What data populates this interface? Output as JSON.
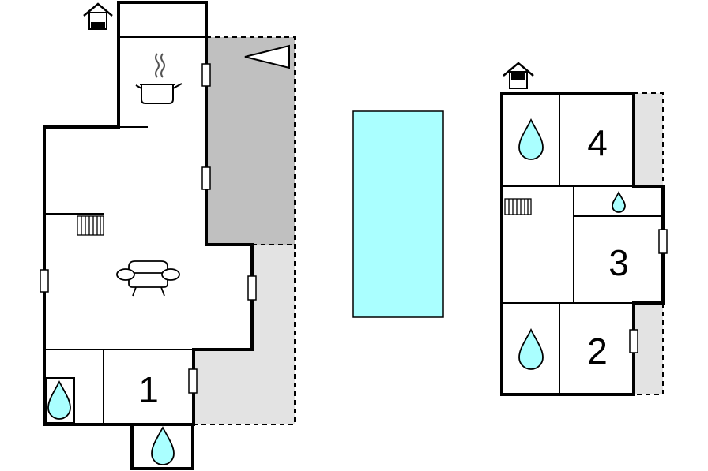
{
  "colors": {
    "terrace_dark": "#c0c0c0",
    "terrace_light": "#e3e3e3",
    "pool": "#aaffff",
    "water": "#aaffff",
    "wall": "#000000"
  },
  "rooms": {
    "ground_bedroom": "1",
    "upper_bedroom_a": "2",
    "upper_bedroom_b": "3",
    "upper_bedroom_c": "4"
  },
  "icons": {
    "level_ground": "house-level-ground-icon",
    "level_upper": "house-level-upper-icon",
    "kitchen": "cooking-pot-icon",
    "living": "armchair-icon",
    "stairs": "stairs-icon",
    "entrance": "entrance-arrow-icon",
    "bathroom": "water-drop-icon",
    "pool": "swimming-pool"
  }
}
